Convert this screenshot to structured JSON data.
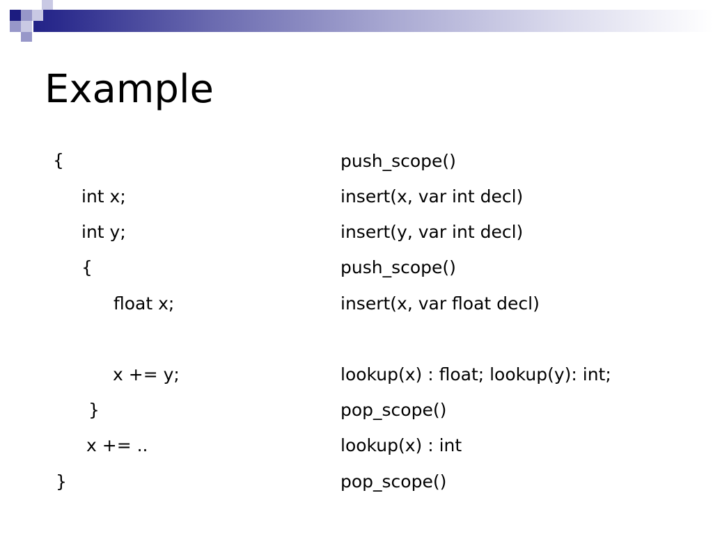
{
  "slide": {
    "title": "Example"
  },
  "code": [
    "{",
    "int x;",
    "int y;",
    "{",
    "float x;",
    "x += y;",
    "}",
    "x += ..",
    "}"
  ],
  "ops": [
    "push_scope()",
    "insert(x, var int decl)",
    "insert(y, var int decl)",
    "push_scope()",
    "insert(x, var float decl)",
    "lookup(x) : float; lookup(y): int;",
    "pop_scope()",
    "lookup(x) : int",
    "pop_scope()"
  ],
  "colors": {
    "accent": "#1c1c80",
    "accent_light": "#9797c9"
  }
}
